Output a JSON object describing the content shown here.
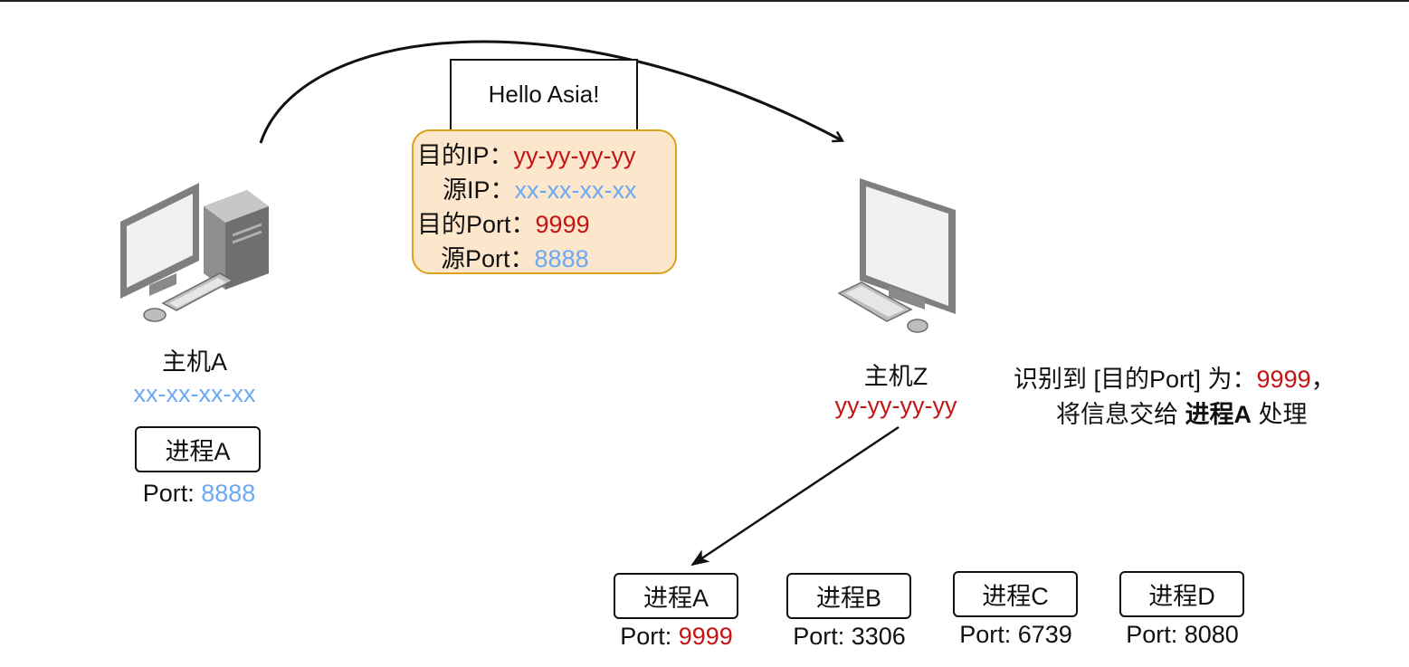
{
  "host_a": {
    "name": "主机A",
    "ip": "xx-xx-xx-xx",
    "process": "进程A",
    "port_label": "Port:",
    "port": "8888"
  },
  "host_z": {
    "name": "主机Z",
    "ip": "yy-yy-yy-yy"
  },
  "message": {
    "text": "Hello Asia!",
    "dest_ip_label": "目的IP：",
    "dest_ip": "yy-yy-yy-yy",
    "src_ip_label": "源IP：",
    "src_ip": "xx-xx-xx-xx",
    "dest_port_label": "目的Port：",
    "dest_port": "9999",
    "src_port_label": "源Port：",
    "src_port": "8888"
  },
  "note": {
    "line1_prefix": "识别到 [目的Port] 为：",
    "line1_value": "9999",
    "line1_suffix": "，",
    "line2_prefix": "将信息交给 ",
    "line2_bold": "进程A",
    "line2_suffix": " 处理"
  },
  "processes": [
    {
      "name": "进程A",
      "port_label": "Port:",
      "port": "9999",
      "highlight": true
    },
    {
      "name": "进程B",
      "port_label": "Port:",
      "port": "3306",
      "highlight": false
    },
    {
      "name": "进程C",
      "port_label": "Port:",
      "port": "6739",
      "highlight": false
    },
    {
      "name": "进程D",
      "port_label": "Port:",
      "port": "8080",
      "highlight": false
    }
  ],
  "colors": {
    "source_blue": "#6aa9f5",
    "dest_red": "#c41414",
    "card_fill": "#fce6cc",
    "card_border": "#d9a21f"
  },
  "icons": {
    "host_a": "desktop-computer-with-tower-icon",
    "host_z": "desktop-computer-icon"
  }
}
